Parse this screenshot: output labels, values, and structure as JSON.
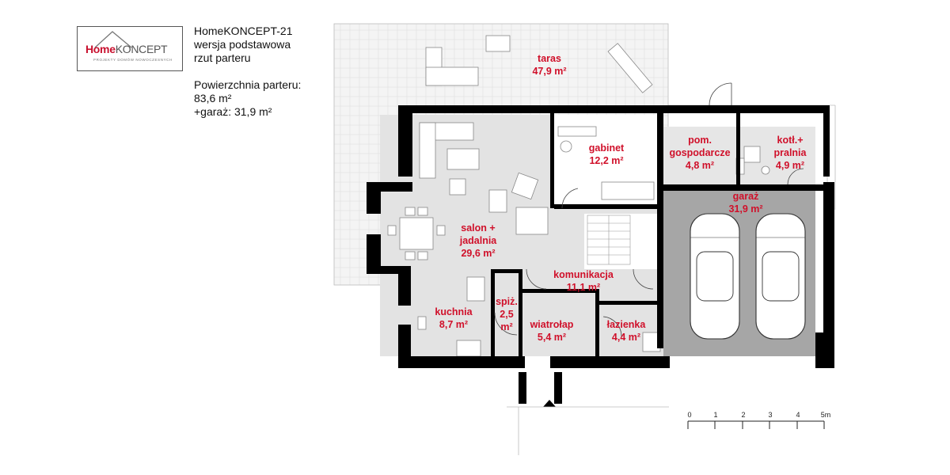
{
  "logo": {
    "brand_home": "Home",
    "brand_koncept": "KONCEPT",
    "tagline": "PROJEKTY DOMÓW NOWOCZESNYCH"
  },
  "header": {
    "title": "HomeKONCEPT-21",
    "variant": "wersja podstawowa",
    "view": "rzut parteru",
    "area_label": "Powierzchnia parteru:",
    "area_value": "83,6 m²",
    "garage_area": "+garaż: 31,9 m²"
  },
  "rooms": {
    "taras": {
      "name": "taras",
      "area": "47,9 m²"
    },
    "gabinet": {
      "name": "gabinet",
      "area": "12,2 m²"
    },
    "pom_gospodarcze": {
      "name1": "pom.",
      "name2": "gospodarcze",
      "area": "4,8 m²"
    },
    "kotlownia": {
      "name1": "kotł.+",
      "name2": "pralnia",
      "area": "4,9 m²"
    },
    "garaz": {
      "name": "garaż",
      "area": "31,9 m²"
    },
    "salon": {
      "name1": "salon +",
      "name2": "jadalnia",
      "area": "29,6 m²"
    },
    "komunikacja": {
      "name": "komunikacja",
      "area": "11,1 m²"
    },
    "kuchnia": {
      "name": "kuchnia",
      "area": "8,7 m²"
    },
    "spiz": {
      "name": "spiż.",
      "area1": "2,5",
      "area2": "m²"
    },
    "wiatrolap": {
      "name": "wiatrołap",
      "area": "5,4 m²"
    },
    "lazienka": {
      "name": "łazienka",
      "area": "4,4 m²"
    }
  },
  "scale": {
    "ticks": [
      "0",
      "1",
      "2",
      "3",
      "4",
      "5m"
    ]
  },
  "colors": {
    "label_red": "#d0102a",
    "wall": "#000000",
    "floor": "#e3e3e3",
    "garage_floor": "#a6a6a6"
  }
}
